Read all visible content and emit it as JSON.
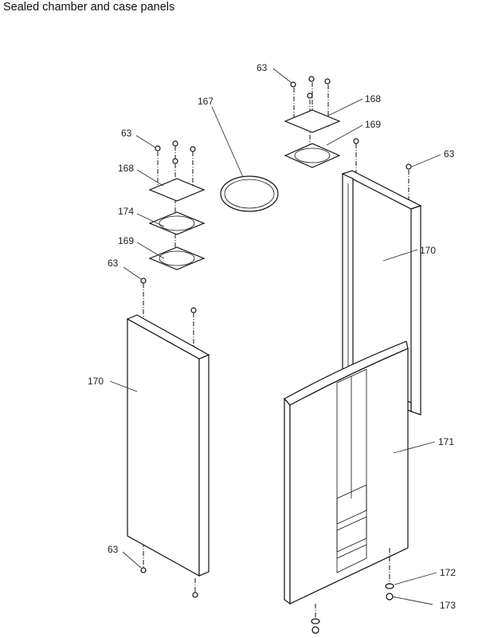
{
  "title": "Sealed chamber and case panels",
  "callouts": {
    "screw_top_right": "63",
    "plate_top_right": "168",
    "gasket_top_right": "169",
    "ring": "167",
    "screw_top_left": "63",
    "plate_left": "168",
    "seal_left": "174",
    "gasket_left": "169",
    "screw_panel_left": "63",
    "screw_panel_right": "63",
    "back_panel": "170",
    "side_panel": "170",
    "front_panel": "171",
    "screw_bottom_left": "63",
    "washer": "172",
    "foot": "173"
  }
}
